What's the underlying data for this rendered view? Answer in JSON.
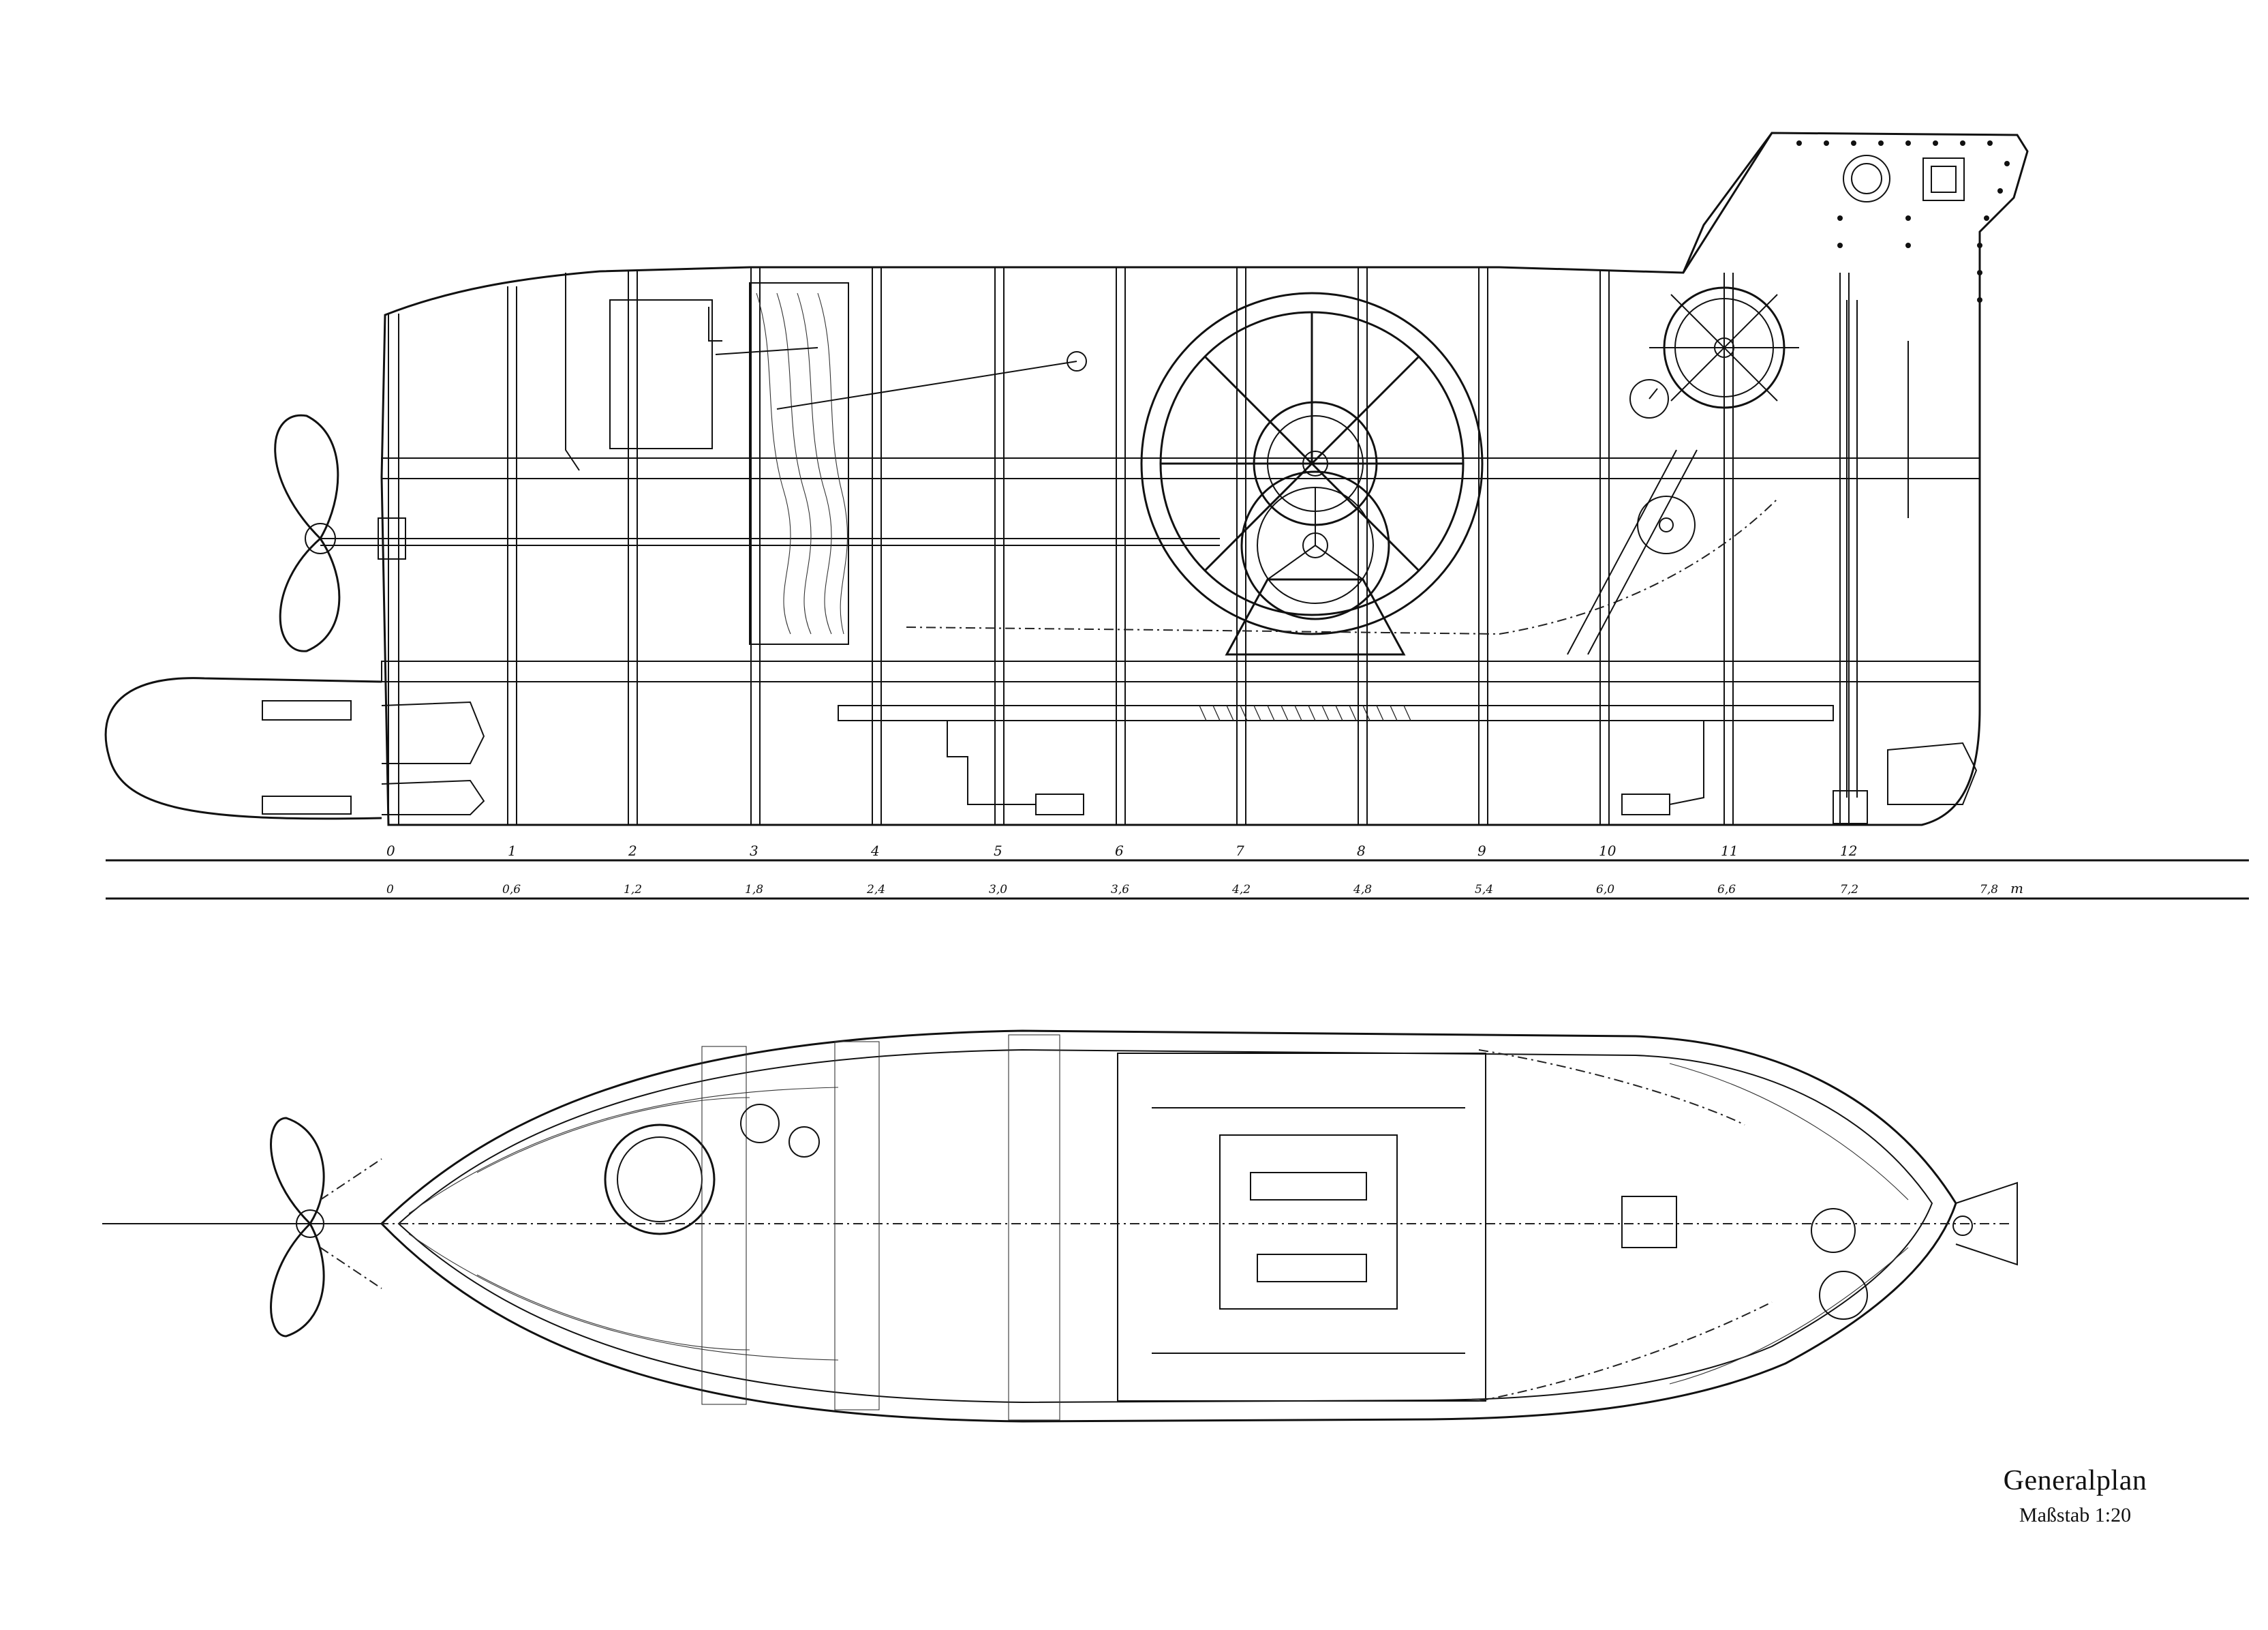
{
  "drawing": {
    "title": "Generalplan",
    "scale": "Maßstab 1:20"
  },
  "frame_numbers": [
    "0",
    "1",
    "2",
    "3",
    "4",
    "5",
    "6",
    "7",
    "8",
    "9",
    "10",
    "11",
    "12"
  ],
  "metre_scale": {
    "ticks": [
      "0",
      "0,6",
      "1,2",
      "1,8",
      "2,4",
      "3,0",
      "3,6",
      "4,2",
      "4,8",
      "5,4",
      "6,0",
      "6,6",
      "7,2",
      "7,8"
    ],
    "unit": "m"
  },
  "colors": {
    "ink": "#111111",
    "paper": "#ffffff"
  },
  "views": [
    "side-elevation",
    "plan-view"
  ]
}
